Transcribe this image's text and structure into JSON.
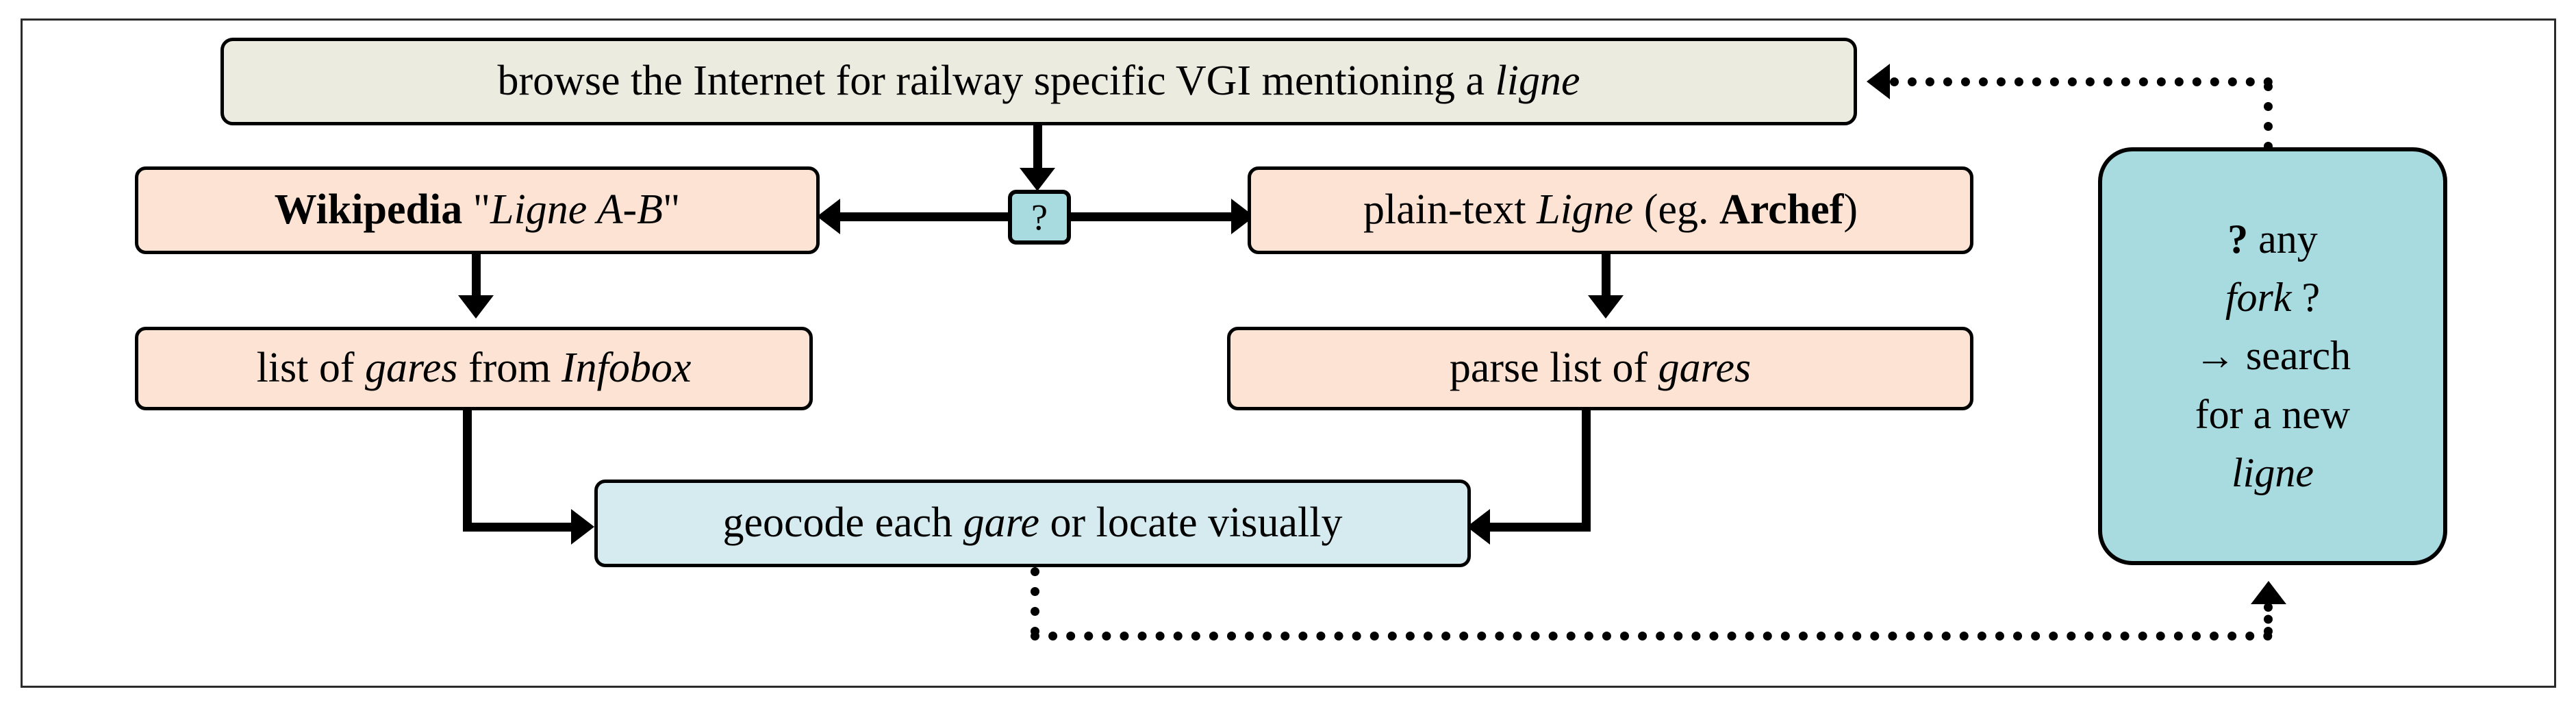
{
  "diagram": {
    "title_text_present": false,
    "colors": {
      "frame": "#2b2b2b",
      "beige_box": "#ECEBE0",
      "peach_box": "#FCE3D3",
      "light_blue_box": "#D6EBF0",
      "teal_box": "#A8DBE0",
      "stroke": "#000000",
      "background": "#ffffff"
    },
    "nodes": {
      "browse": {
        "id": "browse-internet",
        "full_text": "browse the Internet for railway specific VGI mentioning a ligne",
        "parts": [
          {
            "text": "browse the Internet for railway specific VGI mentioning a ",
            "style": "normal"
          },
          {
            "text": "ligne",
            "style": "italic"
          }
        ],
        "fill": "#ECEBE0"
      },
      "wikipedia": {
        "id": "wikipedia-ligne",
        "full_text": "Wikipedia \"Ligne A-B\"",
        "parts": [
          {
            "text": "Wikipedia",
            "style": "bold"
          },
          {
            "text": " \"",
            "style": "normal"
          },
          {
            "text": "Ligne A-B",
            "style": "italic"
          },
          {
            "text": "\"",
            "style": "normal"
          }
        ],
        "fill": "#FCE3D3"
      },
      "question": {
        "id": "question-decision",
        "full_text": "?",
        "fill": "#A8DBE0"
      },
      "plaintext": {
        "id": "plain-text-ligne",
        "full_text": "plain-text Ligne (eg. Archef)",
        "parts": [
          {
            "text": "plain-text ",
            "style": "normal"
          },
          {
            "text": "Ligne",
            "style": "italic"
          },
          {
            "text": " (eg. ",
            "style": "normal"
          },
          {
            "text": "Archef",
            "style": "bold"
          },
          {
            "text": ")",
            "style": "normal"
          }
        ],
        "fill": "#FCE3D3"
      },
      "infobox": {
        "id": "list-gares-infobox",
        "full_text": "list of gares from Infobox",
        "parts": [
          {
            "text": "list of ",
            "style": "normal"
          },
          {
            "text": "gares",
            "style": "italic"
          },
          {
            "text": " from ",
            "style": "normal"
          },
          {
            "text": "Infobox",
            "style": "italic"
          }
        ],
        "fill": "#FCE3D3"
      },
      "parse": {
        "id": "parse-list-gares",
        "full_text": "parse list of gares",
        "parts": [
          {
            "text": "parse list of ",
            "style": "normal"
          },
          {
            "text": "gares",
            "style": "italic"
          }
        ],
        "fill": "#FCE3D3"
      },
      "geocode": {
        "id": "geocode-gare",
        "full_text": "geocode each gare or locate visually",
        "parts": [
          {
            "text": "geocode each ",
            "style": "normal"
          },
          {
            "text": "gare",
            "style": "italic"
          },
          {
            "text": " or locate visually",
            "style": "normal"
          }
        ],
        "fill": "#D6EBF0"
      },
      "fork": {
        "id": "fork-search",
        "full_text": "? any fork ? → search for a new ligne",
        "lines": [
          [
            {
              "text": "?",
              "style": "bold"
            },
            {
              "text": " any",
              "style": "normal"
            }
          ],
          [
            {
              "text": "fork",
              "style": "italic"
            },
            {
              "text": " ?",
              "style": "normal"
            }
          ],
          [
            {
              "text": "→ search",
              "style": "normal"
            }
          ],
          [
            {
              "text": "for a new",
              "style": "normal"
            }
          ],
          [
            {
              "text": "ligne",
              "style": "italic"
            }
          ]
        ],
        "fill": "#A8DBE0"
      }
    },
    "edges": [
      {
        "id": "browse-to-question",
        "from": "browse",
        "to": "question",
        "style": "solid",
        "arrow": "down"
      },
      {
        "id": "question-to-wikipedia",
        "from": "question",
        "to": "wikipedia",
        "style": "solid",
        "arrow": "left"
      },
      {
        "id": "question-to-plaintext",
        "from": "question",
        "to": "plaintext",
        "style": "solid",
        "arrow": "right"
      },
      {
        "id": "wikipedia-to-infobox",
        "from": "wikipedia",
        "to": "infobox",
        "style": "solid",
        "arrow": "down"
      },
      {
        "id": "plaintext-to-parse",
        "from": "plaintext",
        "to": "parse",
        "style": "solid",
        "arrow": "down"
      },
      {
        "id": "infobox-to-geocode",
        "from": "infobox",
        "to": "geocode",
        "style": "solid",
        "arrow": "right"
      },
      {
        "id": "parse-to-geocode",
        "from": "parse",
        "to": "geocode",
        "style": "solid",
        "arrow": "left"
      },
      {
        "id": "geocode-to-fork",
        "from": "geocode",
        "to": "fork",
        "style": "dotted",
        "arrow": "up"
      },
      {
        "id": "fork-to-browse",
        "from": "fork",
        "to": "browse",
        "style": "dotted",
        "arrow": "left"
      }
    ]
  }
}
